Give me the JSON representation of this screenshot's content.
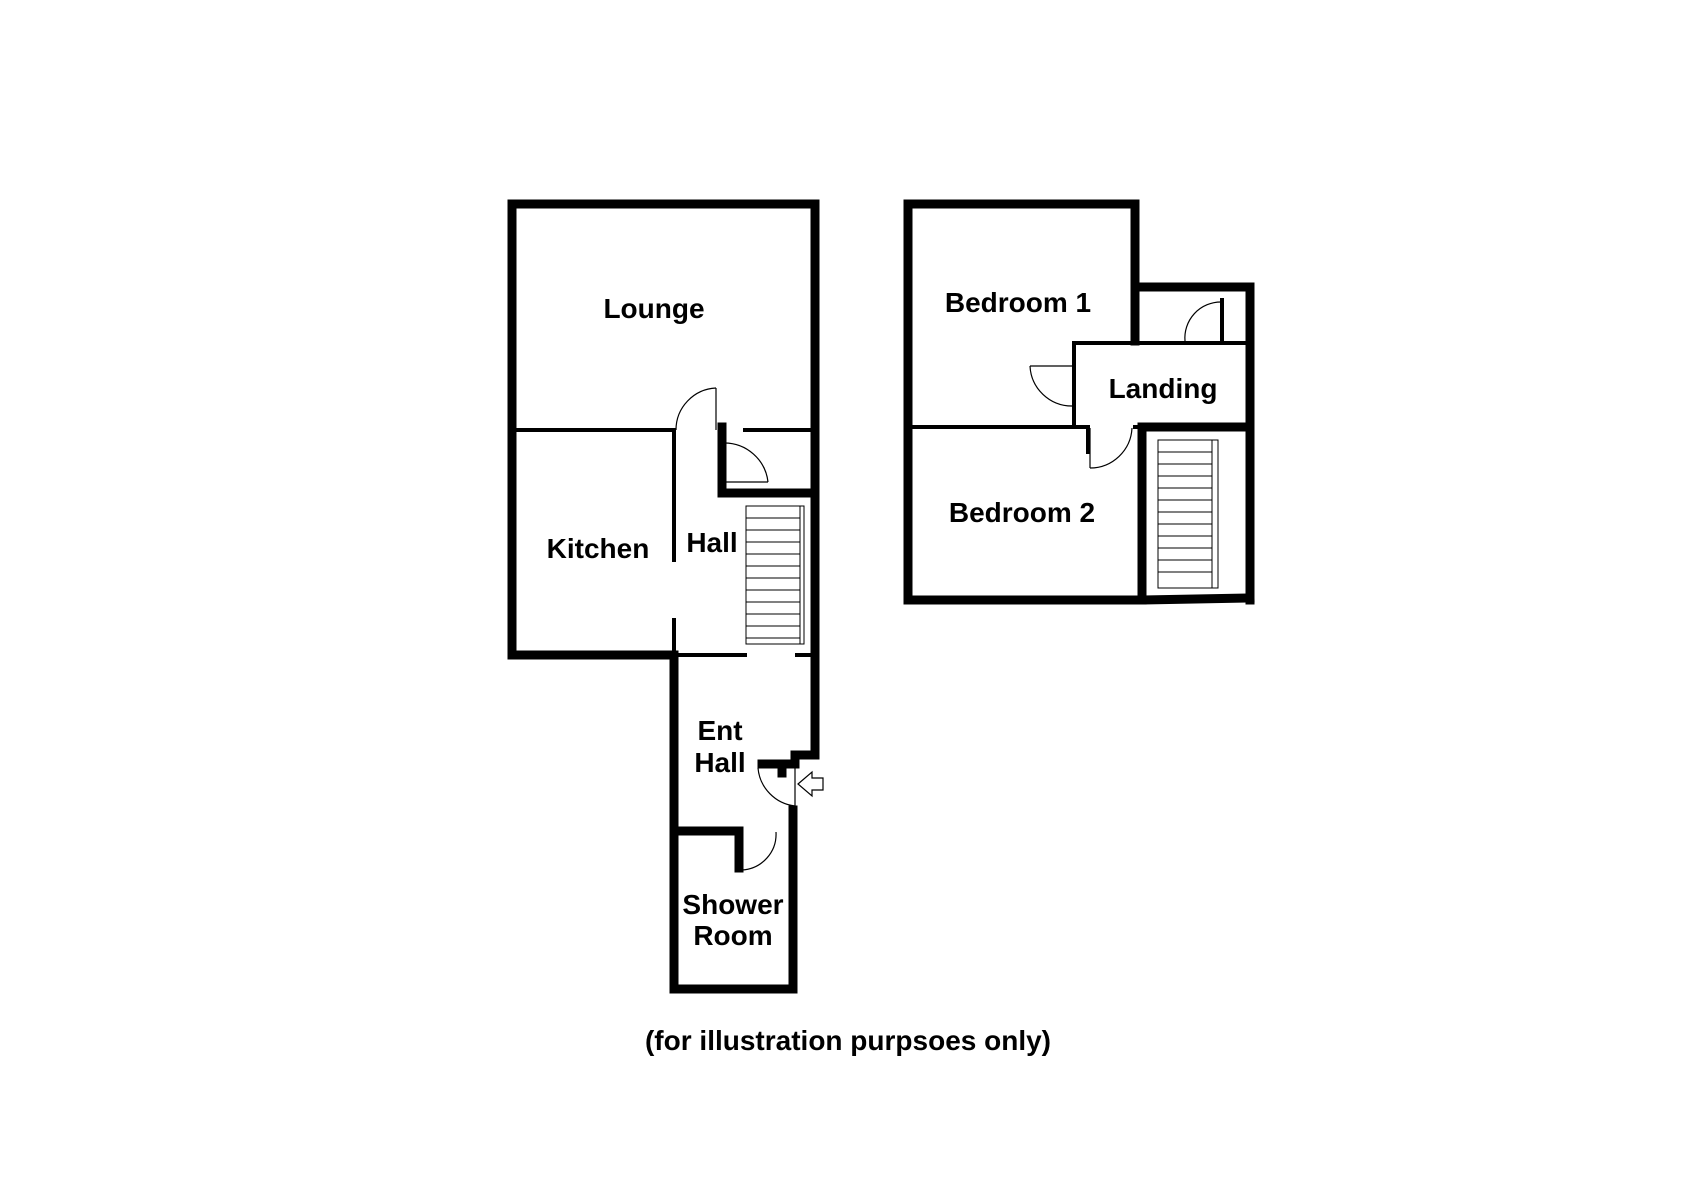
{
  "plan": {
    "ground_floor": {
      "rooms": {
        "lounge": "Lounge",
        "kitchen": "Kitchen",
        "hall": "Hall",
        "ent_hall_line1": "Ent",
        "ent_hall_line2": "Hall",
        "shower_line1": "Shower",
        "shower_line2": "Room"
      }
    },
    "first_floor": {
      "rooms": {
        "bedroom1": "Bedroom 1",
        "landing": "Landing",
        "bedroom2": "Bedroom 2"
      }
    },
    "caption": "(for illustration purpsoes only)"
  }
}
